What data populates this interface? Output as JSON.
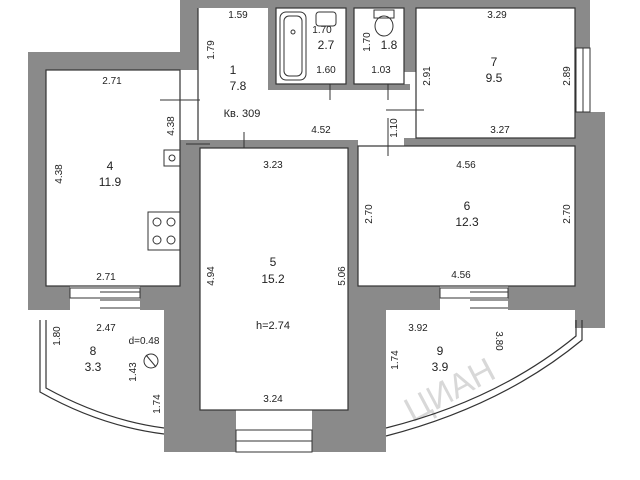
{
  "colors": {
    "wall": "#8a8a8a",
    "line": "#333333",
    "background": "#ffffff",
    "text": "#222222"
  },
  "apartment_label": "Кв. 309",
  "ceiling_height": "h=2.74",
  "rooms": [
    {
      "number": "1",
      "area": "7.8"
    },
    {
      "number": "2.7",
      "area": ""
    },
    {
      "number": "1.8",
      "area": ""
    },
    {
      "number": "4",
      "area": "11.9"
    },
    {
      "number": "5",
      "area": "15.2"
    },
    {
      "number": "6",
      "area": "12.3"
    },
    {
      "number": "7",
      "area": "9.5"
    },
    {
      "number": "8",
      "area": "3.3"
    },
    {
      "number": "9",
      "area": "3.9"
    }
  ],
  "dimensions": {
    "hall_top": "1.59",
    "hall_left": "1.79",
    "hall_bottom": "4.52",
    "bath_top": "1.70",
    "bath_bottom": "1.60",
    "wc_left": "1.70",
    "wc_bottom": "1.03",
    "r7_top": "3.29",
    "r7_left": "2.91",
    "r7_right": "2.89",
    "r7_bottom": "3.27",
    "passage": "1.10",
    "r4_top": "2.71",
    "r4_inner": "4.38",
    "r4_left": "4.38",
    "r4_bottom": "2.71",
    "r5_top": "3.23",
    "r5_left": "4.94",
    "r5_right": "5.06",
    "r5_bottom": "3.24",
    "r6_top": "4.56",
    "r6_left": "2.70",
    "r6_right": "2.70",
    "r6_bottom": "4.56",
    "b8_left": "1.80",
    "b8_top": "2.47",
    "b8_mid": "1.43",
    "b8_bottom": "1.74",
    "b8_diameter": "d=0.48",
    "b9_left": "1.74",
    "b9_top": "3.92",
    "b9_right": "3.80"
  },
  "watermark": "ЦИАН"
}
